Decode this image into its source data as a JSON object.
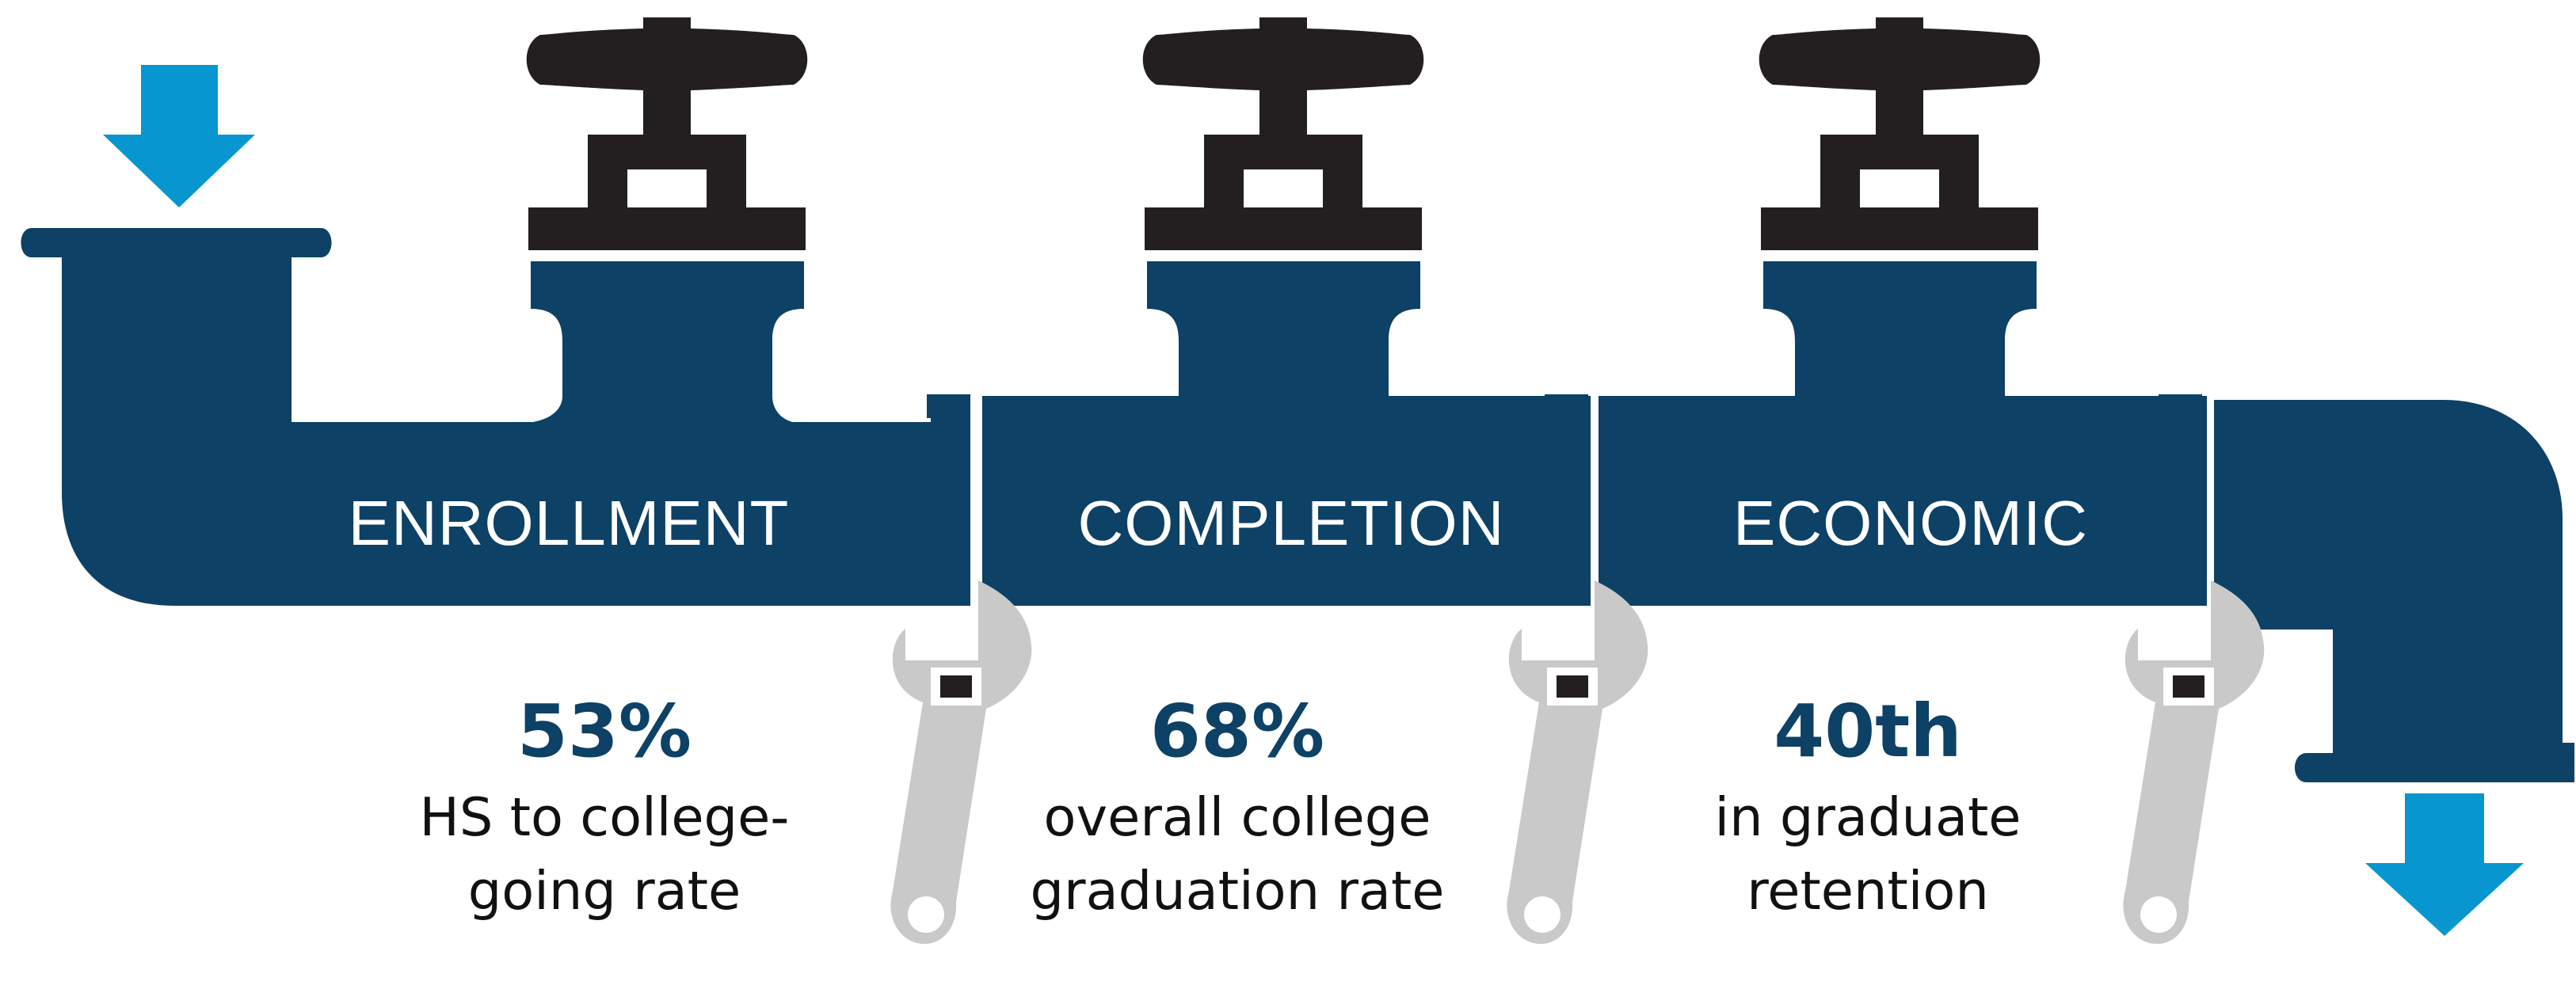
{
  "colors": {
    "pipe": "#0d4166",
    "arrow": "#0796cf",
    "valve": "#231f20",
    "wrench": "#c9c9c9",
    "stat_value": "#0d4166",
    "stat_text": "#111111"
  },
  "icons": {
    "inflow": "arrow-down-icon",
    "outflow": "arrow-down-icon",
    "valve": "valve-handle-icon",
    "wrench": "wrench-icon"
  },
  "segments": [
    {
      "label": "ENROLLMENT",
      "stat": {
        "value": "53%",
        "line1": "HS to college-",
        "line2": "going rate"
      }
    },
    {
      "label": "COMPLETION",
      "stat": {
        "value": "68%",
        "line1": "overall college",
        "line2": "graduation rate"
      }
    },
    {
      "label": "ECONOMIC",
      "stat": {
        "value": "40th",
        "line1": "in graduate",
        "line2": "retention"
      }
    }
  ]
}
